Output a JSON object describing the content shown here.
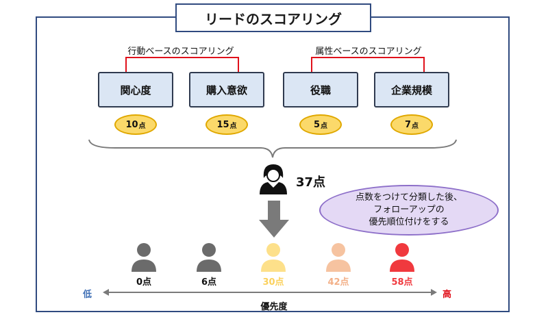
{
  "title": "リードのスコアリング",
  "groups": [
    {
      "label": "行動ベースのスコアリング"
    },
    {
      "label": "属性ベースのスコアリング"
    }
  ],
  "items": [
    {
      "label": "関心度",
      "score": "10",
      "unit": "点"
    },
    {
      "label": "購入意欲",
      "score": "15",
      "unit": "点"
    },
    {
      "label": "役職",
      "score": "5",
      "unit": "点"
    },
    {
      "label": "企業規模",
      "score": "7",
      "unit": "点"
    }
  ],
  "total": "37点",
  "note": [
    "点数をつけて分類した後、",
    "フォローアップの",
    "優先順位付けをする"
  ],
  "people": [
    {
      "label": "0点",
      "color": "#6b6b6b"
    },
    {
      "label": "6点",
      "color": "#6b6b6b"
    },
    {
      "label": "30点",
      "color": "#fde08a"
    },
    {
      "label": "42点",
      "color": "#f6c3a0"
    },
    {
      "label": "58点",
      "color": "#f0393e"
    }
  ],
  "axis": {
    "low": "低",
    "high": "高",
    "title": "優先度",
    "low_color": "#3f6fb5",
    "high_color": "#e0101a"
  },
  "colors": {
    "frame": "#2f4a7f",
    "bracket": "#e0101a",
    "item_fill": "#dbe6f4",
    "score_fill": "#fbd96a",
    "bubble_fill": "#e4d9f5",
    "arrow": "#7a7a7a"
  }
}
